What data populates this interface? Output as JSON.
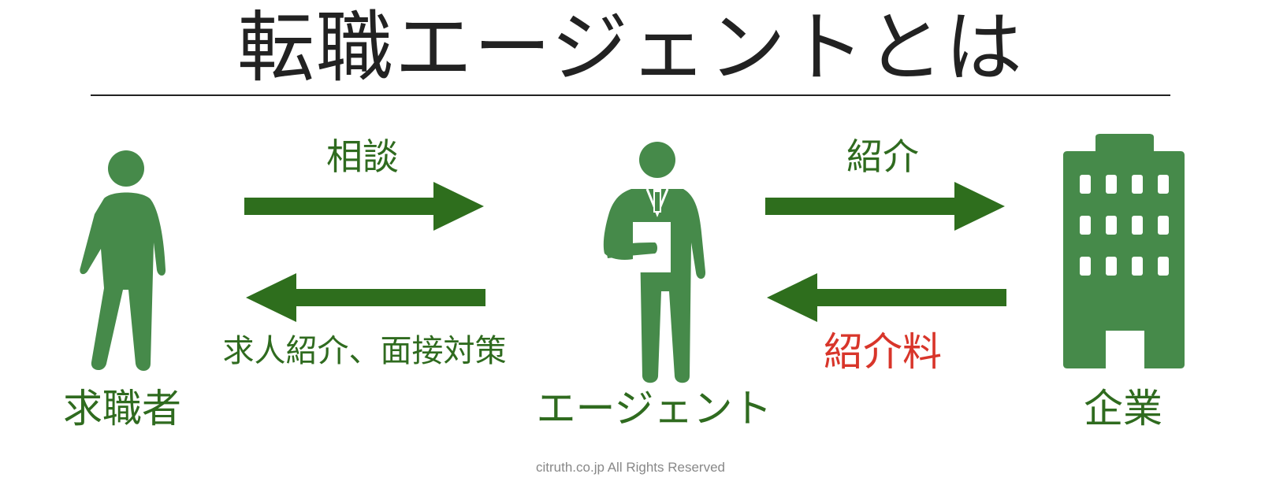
{
  "title": "転職エージェントとは",
  "colors": {
    "figure": "#468a4a",
    "arrow": "#2e6e1d",
    "label": "#2f6b1f",
    "fee": "#d8352a",
    "title": "#222222"
  },
  "nodes": {
    "seeker": {
      "label": "求職者",
      "icon": "person-icon"
    },
    "agent": {
      "label": "エージェント",
      "icon": "agent-person-icon"
    },
    "company": {
      "label": "企業",
      "icon": "building-icon"
    }
  },
  "edges": {
    "consult": {
      "label": "相談"
    },
    "support": {
      "label": "求人紹介、面接対策"
    },
    "introduce": {
      "label": "紹介"
    },
    "fee": {
      "label": "紹介料"
    }
  },
  "footer": "citruth.co.jp All Rights Reserved"
}
